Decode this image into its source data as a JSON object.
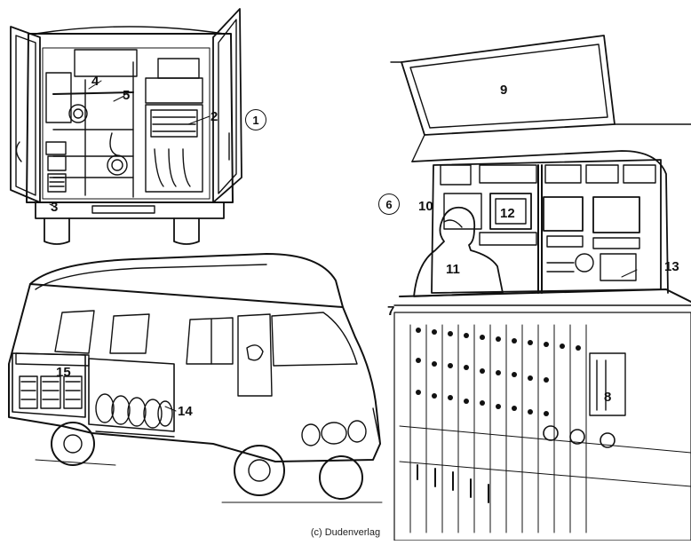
{
  "labels": {
    "n1": "1",
    "n2": "2",
    "n3": "3",
    "n4": "4",
    "n5": "5",
    "n6": "6",
    "n7": "7",
    "n8": "8",
    "n9": "9",
    "n10": "10",
    "n11": "11",
    "n12": "12",
    "n13": "13",
    "n14": "14",
    "n15": "15"
  },
  "credit": "(c) Dudenverlag"
}
